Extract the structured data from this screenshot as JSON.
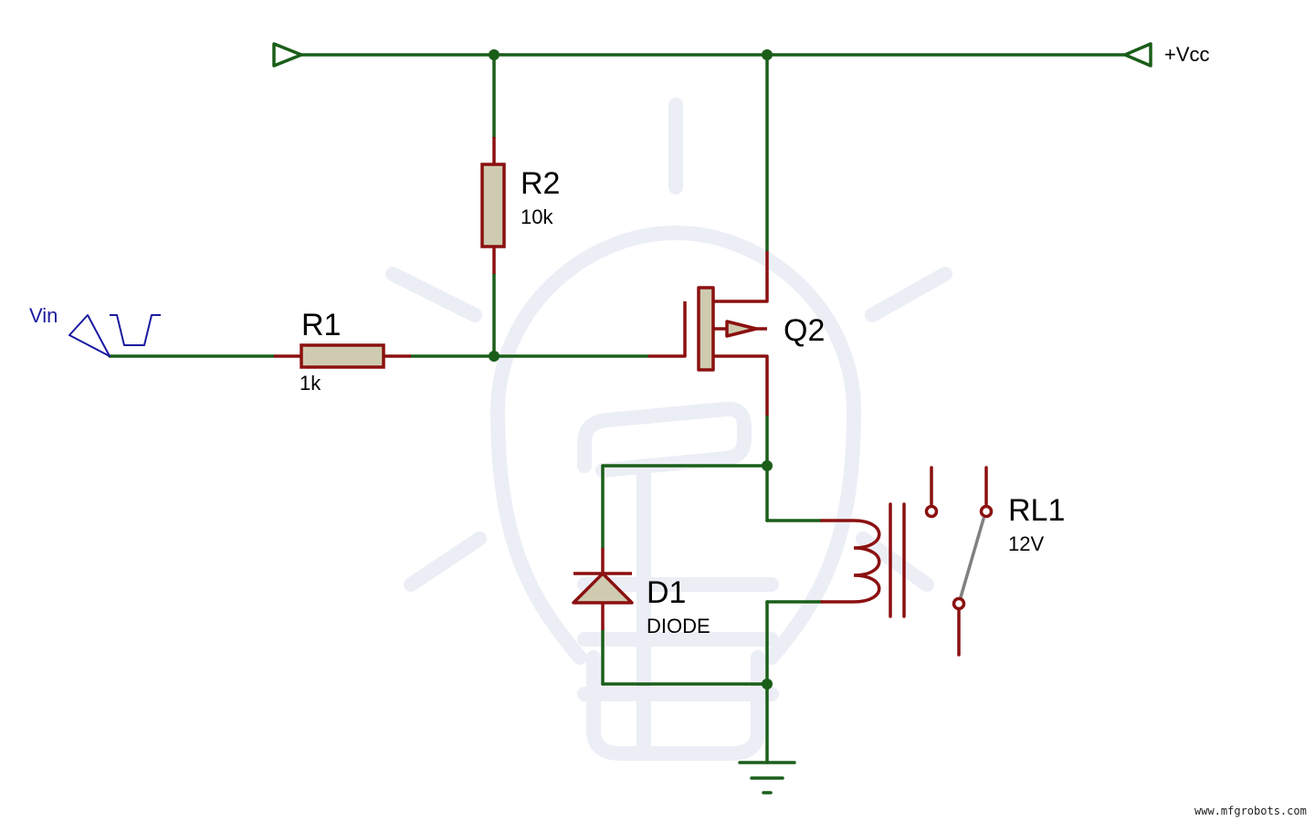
{
  "colors": {
    "wire": "#1a5e1a",
    "component": "#8b1010",
    "resistor_fill": "#cfcbb0",
    "input_symbol": "#1a1aa0",
    "watermark_bulb": "#eceef6",
    "switch_arm": "#808080"
  },
  "labels": {
    "vcc": "+Vcc",
    "vin": "Vin",
    "r1_ref": "R1",
    "r1_value": "1k",
    "r2_ref": "R2",
    "r2_value": "10k",
    "q2_ref": "Q2",
    "d1_ref": "D1",
    "d1_value": "DIODE",
    "rl1_ref": "RL1",
    "rl1_value": "12V"
  },
  "watermark": {
    "text": "www.mfgrobots.com",
    "icon": "light-bulb-icon"
  },
  "components": [
    {
      "ref": "R1",
      "type": "resistor",
      "value": "1k"
    },
    {
      "ref": "R2",
      "type": "resistor",
      "value": "10k"
    },
    {
      "ref": "Q2",
      "type": "mosfet"
    },
    {
      "ref": "D1",
      "type": "diode",
      "value": "DIODE"
    },
    {
      "ref": "RL1",
      "type": "relay",
      "value": "12V"
    }
  ]
}
